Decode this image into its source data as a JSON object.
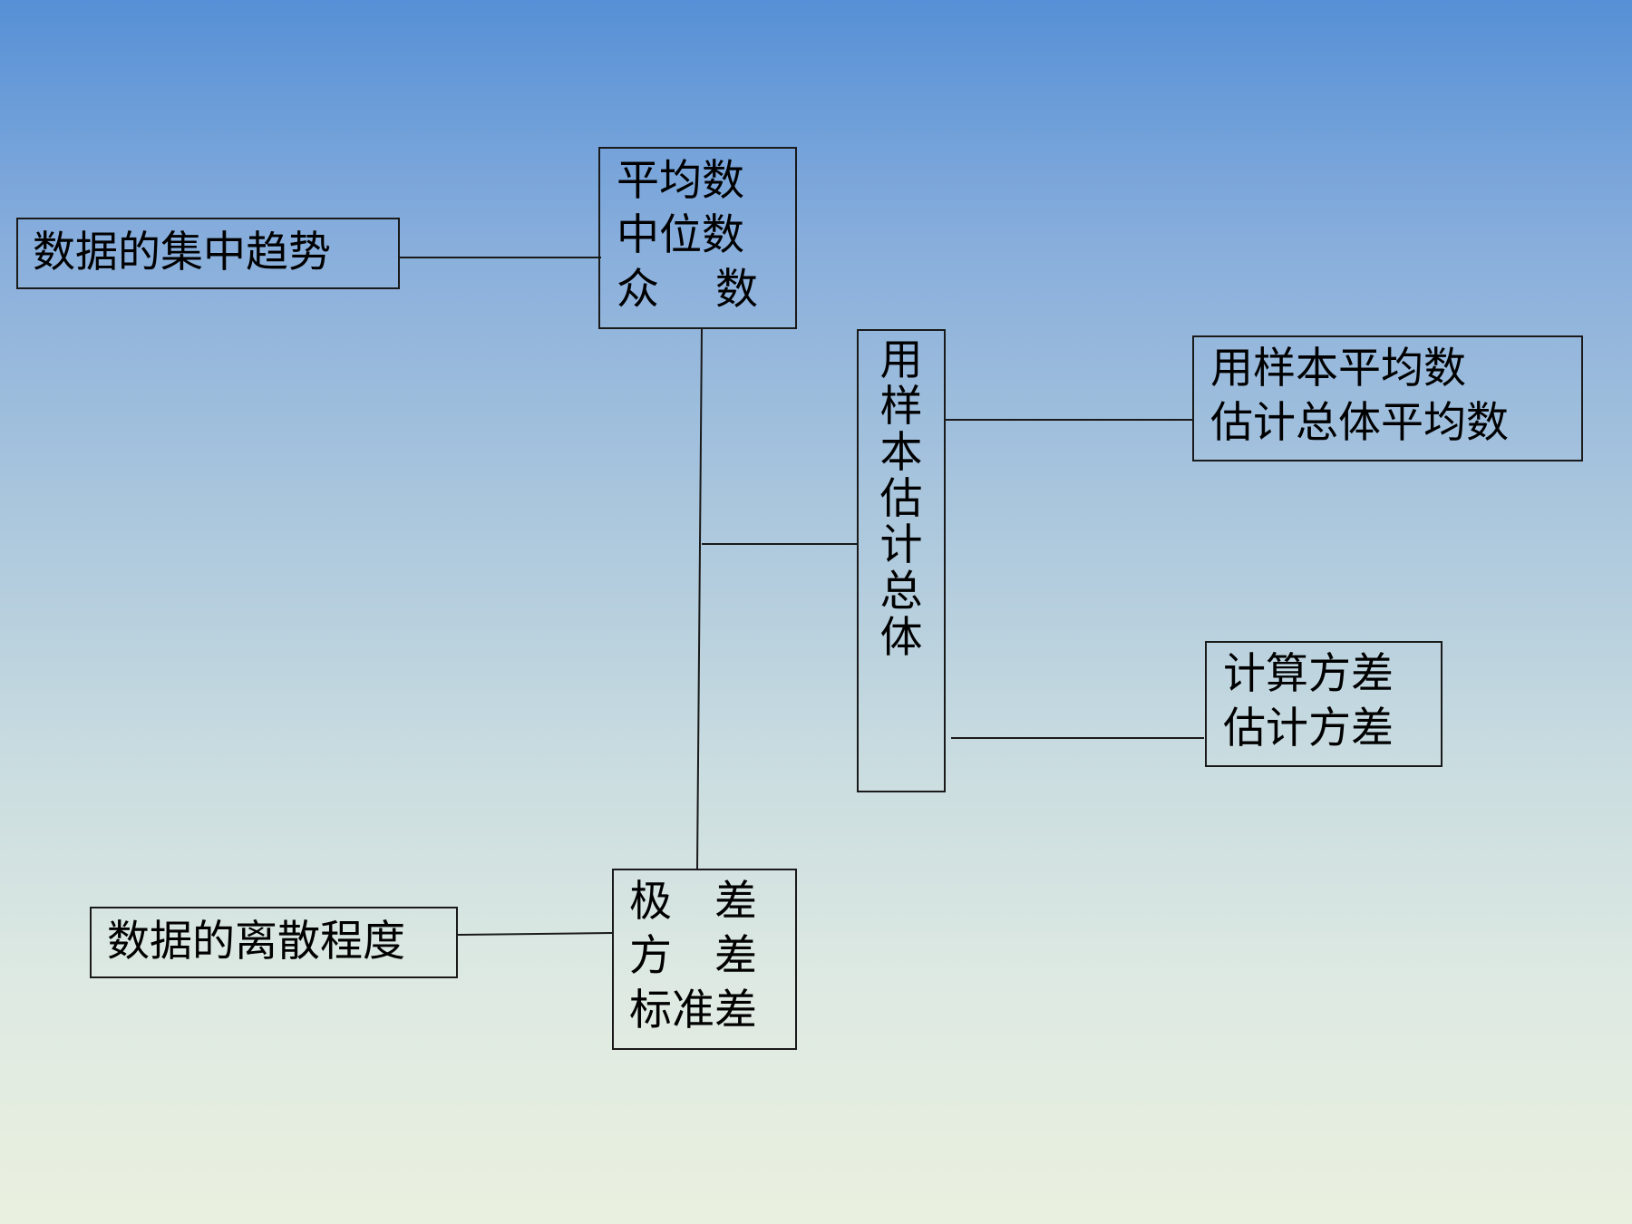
{
  "colors": {
    "background_top": "#5690d6",
    "background_bottom": "#eaf0df",
    "border": "#1a1a1a",
    "text": "#000000"
  },
  "diagram": {
    "central_tendency": {
      "label": "数据的集中趋势",
      "measures": "平均数\n中位数\n众　 数"
    },
    "dispersion": {
      "label": "数据的离散程度",
      "measures": "极　差\n方　差\n标准差"
    },
    "estimate": {
      "label": "用\n样\n本\n估\n计\n总\n体",
      "mean_estimate": "用样本平均数\n估计总体平均数",
      "variance_estimate": "计算方差\n估计方差"
    }
  }
}
